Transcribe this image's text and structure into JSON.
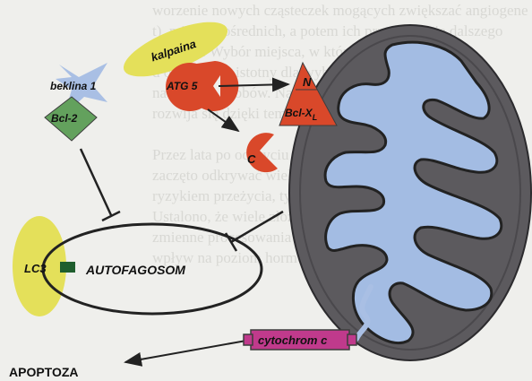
{
  "background_text": [
    "worzenie nowych cząsteczek mogących zwiększać angiogene",
    "t), mi ó w pośrednich, a potem ich przedzielenie dalszego",
    "rozwoju. Wybór miejsca, w którym ma być przyrost",
    "d okazuje się istotny dla wyboru mniejszego zła.",
    "na wiele sposobów. Nawiązując z nią różne kontakty by",
    "rozwija się dzięki temu, umożliwiając mu budowy siec",
    "",
    "Przez lata po odkryciu nowych czynników w komórce",
    "zaczęto odkrywać wiele specyficznych powiązań z tymi",
    "ryzykiem przeżycia, tych których sygnalizacji wcale",
    "Ustalono, że wiele złożonych wzorów pozwala na ich",
    "zmienne procesowania w komórce. Autofagia przez",
    "wpływ na poziom hormonów tła regulacji komórek"
  ],
  "labels": {
    "kalpaina": "kalpaina",
    "beklina": "beklina 1",
    "bcl2": "Bcl-2",
    "atg5": "ATG 5",
    "n": "N",
    "bclx_main": "Bcl-X",
    "bclx_sub": "L",
    "c": "C",
    "lc3": "LC3",
    "autofagosom": "AUTOFAGOSOM",
    "cytochrom": "cytochrom c",
    "apoptoza": "APOPTOZA"
  },
  "colors": {
    "yellow": "#e4e05a",
    "red": "#d9482a",
    "green": "#63a15d",
    "light_blue": "#a9bfe4",
    "purple": "#c03a8c",
    "mito_outer": "#5c5a5e",
    "cristae": "#a3bce3",
    "dark_green": "#1f5e2e"
  }
}
